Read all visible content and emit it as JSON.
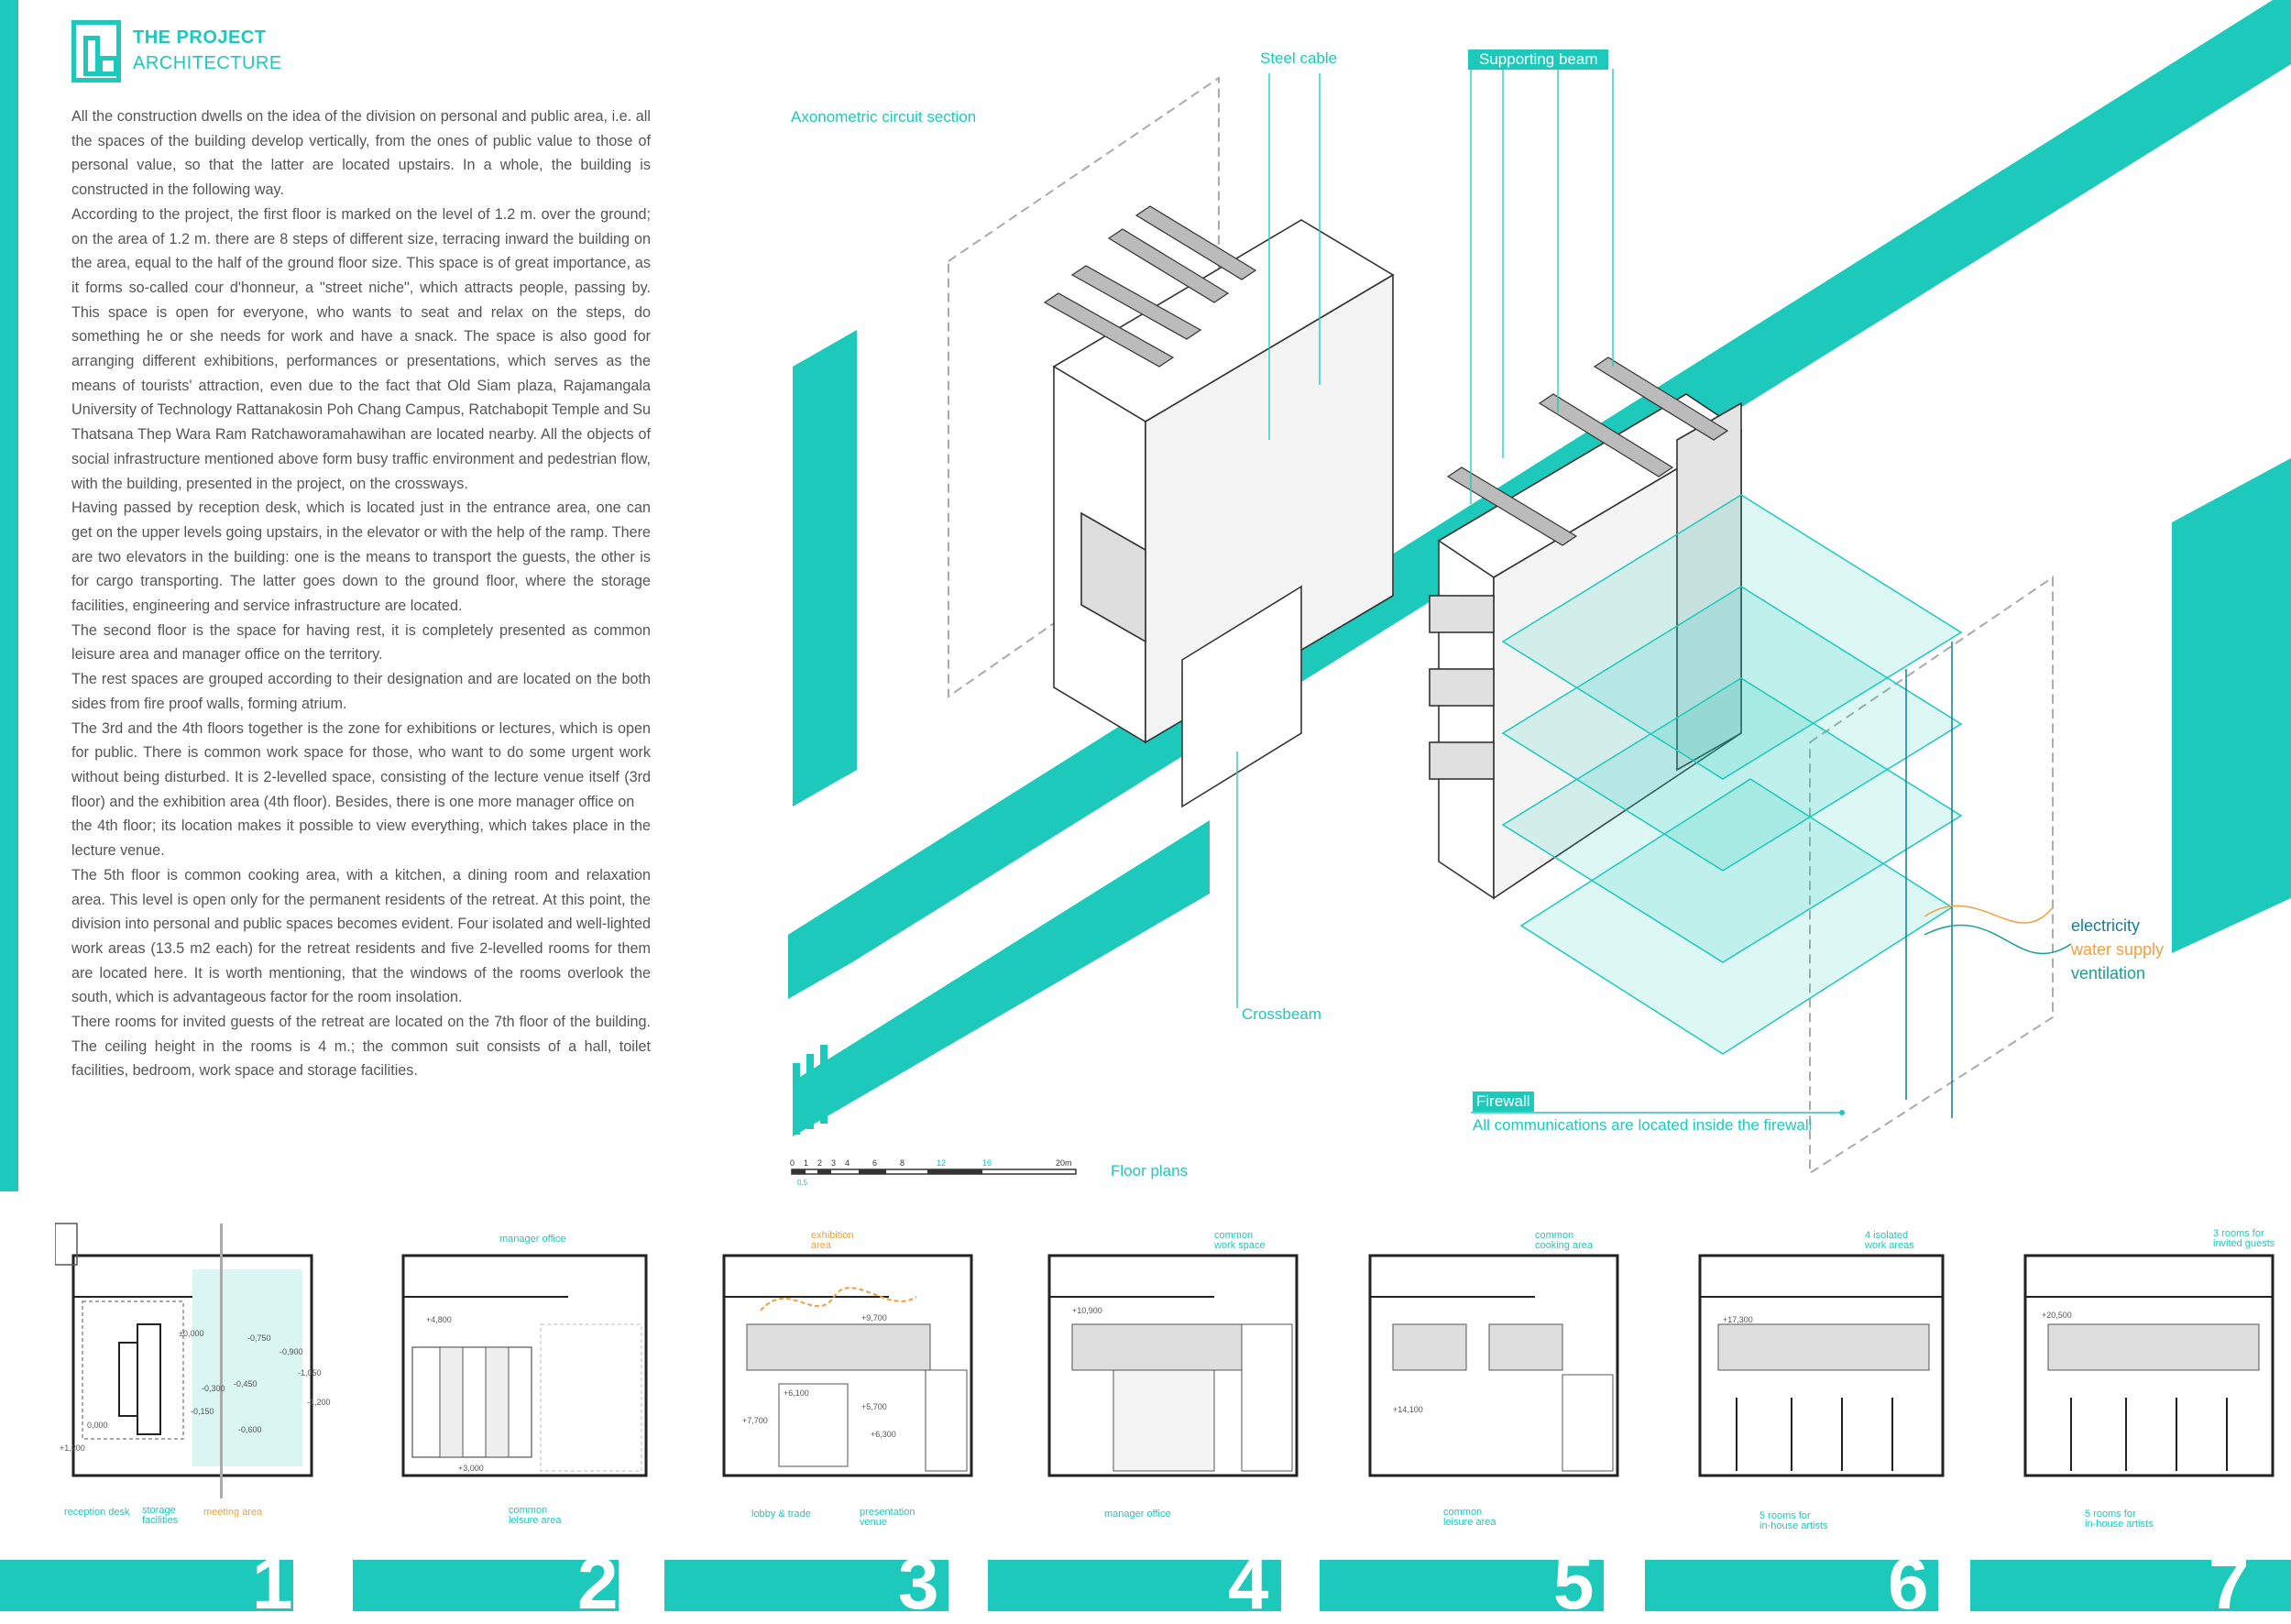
{
  "header": {
    "title": "THE PROJECT",
    "subtitle": "ARCHITECTURE"
  },
  "body": {
    "paragraphs": [
      "All the construction dwells on the idea of the division on personal and public area, i.e. all the spaces of the building develop vertically, from the ones of public value to those of personal value, so that the latter are located upstairs. In a whole, the building is constructed in the following way.",
      "According to the project, the first floor is marked on the level of 1.2 m. over the ground; on the area of 1.2 m. there are 8 steps of different size, terracing inward the building on the area, equal to the half of the ground floor size. This space is of great importance, as it forms so-called cour d'honneur, a \"street niche\", which attracts people, passing by. This space is open for everyone, who wants to seat and relax on the steps, do something he or she needs for work and have a snack. The space is also good for arranging different exhibitions, performances or presentations, which serves as the means of tourists' attraction, even due to the fact that Old Siam plaza, Rajamangala University of Technology Rattanakosin Poh Chang Campus, Ratchabopit Temple and Su Thatsana Thep Wara Ram Ratchaworamahawihan are located nearby. All the objects of social infrastructure mentioned above form busy traffic environment and pedestrian flow, with the building, presented in the project, on the crossways.",
      "Having passed by reception desk, which is located just in the entrance area, one can get on the upper levels going upstairs, in the elevator or with the help of the ramp. There are two elevators in the building: one is the means to transport the guests, the other is for cargo transporting. The latter goes down to the ground floor, where the storage facilities, engineering and service infrastructure are located.",
      "The second floor is the space for having rest, it is completely presented as common leisure area and manager office on the territory.",
      "The rest spaces are grouped according to their designation and are located on the both sides from fire proof walls, forming atrium.",
      "The 3rd and the 4th floors together is the zone for exhibitions or lectures, which is open for public. There is common work space for those, who want to do some urgent work without being disturbed. It is 2-levelled space, consisting of the lecture venue itself (3rd floor) and the exhibition area (4th floor). Besides, there is one more manager office on",
      "the 4th floor; its location makes it possible to view everything, which takes place in the lecture venue.",
      "  The 5th floor is common cooking area, with a kitchen, a dining room and relaxation area. This level is open only for the permanent residents of the retreat. At this point, the division into personal and public spaces becomes evident. Four isolated and well-lighted work areas (13.5 m2 each) for the retreat residents and five 2-levelled rooms for them are located here. It is worth mentioning, that the windows of the rooms overlook the south, which is advantageous factor for the room insolation.",
      "There rooms for invited guests of the retreat are located on the 7th  floor of the building. The ceiling height in the rooms is 4 m.; the common suit consists of a hall, toilet facilities, bedroom, work space and storage facilities."
    ]
  },
  "diagram": {
    "section_title": "Axonometric circuit section",
    "steel_cable": "Steel cable",
    "supporting_beam": "Supporting beam",
    "crossbeam": "Crossbeam",
    "firewall": "Firewall",
    "firewall_note": "All communications are located inside the firewall",
    "floor_plans": "Floor plans",
    "legend": {
      "electricity": "electricity",
      "water_supply": "water supply",
      "ventilation": "ventilation"
    },
    "scale_ticks": [
      "0",
      "1",
      "2",
      "3",
      "4",
      "6",
      "8",
      "12",
      "16",
      "20m"
    ],
    "scale_sub": "0,5"
  },
  "plans": [
    {
      "number": "1",
      "labels": [
        "reception desk",
        "storage\nfacilities",
        "meeting area"
      ],
      "levels": [
        "±0,000",
        "0,000",
        "-0,150",
        "+1,200",
        "-0,300",
        "-0,450",
        "-0,600",
        "-0,750",
        "-0,900",
        "-1,050",
        "-1,200"
      ]
    },
    {
      "number": "2",
      "labels": [
        "manager office",
        "common\nleisure area"
      ],
      "levels": [
        "+4,800",
        "+3,000"
      ]
    },
    {
      "number": "3",
      "labels": [
        "exhibition\narea",
        "lobby & trade",
        "presentation\nvenue"
      ],
      "levels": [
        "+6,100",
        "+5,700",
        "+7,700",
        "+6,300",
        "+9,700"
      ]
    },
    {
      "number": "4",
      "labels": [
        "common\nwork space",
        "manager office"
      ],
      "levels": [
        "+10,900"
      ]
    },
    {
      "number": "5",
      "labels": [
        "common\ncooking area",
        "common\nleisure area"
      ],
      "levels": [
        "+14,100"
      ]
    },
    {
      "number": "6",
      "labels": [
        "4 isolated\nwork areas",
        "5 rooms for\nin-house artists"
      ],
      "levels": [
        "+17,300"
      ]
    },
    {
      "number": "7",
      "labels": [
        "3 rooms for\ninvited guests",
        "5 rooms for\nin-house artists"
      ],
      "levels": [
        "+20,500"
      ]
    }
  ],
  "colors": {
    "accent": "#1cc9bb",
    "water": "#f0a040",
    "electricity": "#0e7f9b",
    "ventilation": "#1a9e96"
  }
}
